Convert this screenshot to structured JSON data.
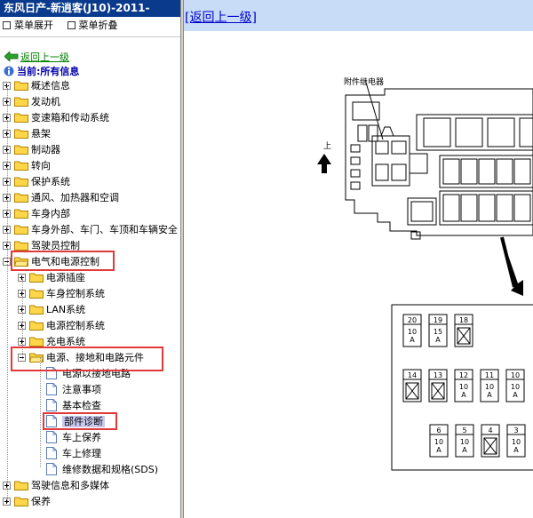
{
  "window": {
    "title": "东风日产-新逍客(J10)-2011-"
  },
  "menubar": {
    "expand_label": "菜单展开",
    "collapse_label": "菜单折叠"
  },
  "nav": {
    "back_label": "返回上一级",
    "current_label": "当前:所有信息"
  },
  "tree": {
    "top": [
      {
        "label": "概述信息"
      },
      {
        "label": "发动机"
      },
      {
        "label": "变速箱和传动系统"
      },
      {
        "label": "悬架"
      },
      {
        "label": "制动器"
      },
      {
        "label": "转向"
      },
      {
        "label": "保护系统"
      },
      {
        "label": "通风、加热器和空调"
      },
      {
        "label": "车身内部"
      },
      {
        "label": "车身外部、车门、车顶和车辆安全"
      },
      {
        "label": "驾驶员控制"
      },
      {
        "label": "电气和电源控制"
      }
    ],
    "electric_children": [
      {
        "label": "电源插座"
      },
      {
        "label": "车身控制系统"
      },
      {
        "label": "LAN系统"
      },
      {
        "label": "电源控制系统"
      },
      {
        "label": "充电系统"
      },
      {
        "label": "电源、接地和电路元件"
      }
    ],
    "power_children": [
      {
        "label": "电源以接地电路"
      },
      {
        "label": "注意事项"
      },
      {
        "label": "基本检查"
      },
      {
        "label": "部件诊断"
      },
      {
        "label": "车上保养"
      },
      {
        "label": "车上修理"
      },
      {
        "label": "维修数据和规格(SDS)"
      }
    ],
    "bottom": [
      {
        "label": "驾驶信息和多媒体"
      },
      {
        "label": "保养"
      }
    ]
  },
  "content": {
    "back_link": "[返回上一级]",
    "diagram": {
      "relay_label": "附件继电器",
      "up_label": "上",
      "fuses_row1": [
        {
          "num": "20",
          "amp": "10",
          "unit": "A"
        },
        {
          "num": "19",
          "amp": "15",
          "unit": "A"
        },
        {
          "num": "18",
          "amp": "",
          "unit": ""
        }
      ],
      "fuses_row2": [
        {
          "num": "14",
          "amp": "",
          "unit": ""
        },
        {
          "num": "13",
          "amp": "",
          "unit": ""
        },
        {
          "num": "12",
          "amp": "10",
          "unit": "A"
        },
        {
          "num": "11",
          "amp": "10",
          "unit": "A"
        },
        {
          "num": "10",
          "amp": "10",
          "unit": "A"
        }
      ],
      "fuses_row3": [
        {
          "num": "6",
          "amp": "10",
          "unit": "A"
        },
        {
          "num": "5",
          "amp": "10",
          "unit": "A"
        },
        {
          "num": "4",
          "amp": "",
          "unit": ""
        },
        {
          "num": "3",
          "amp": "10",
          "unit": "A"
        }
      ]
    }
  },
  "colors": {
    "title_bg": "#0a3a8c",
    "header_bg": "#c8dcf8",
    "highlight_box": "#e23a3a",
    "back_green": "#008000"
  }
}
